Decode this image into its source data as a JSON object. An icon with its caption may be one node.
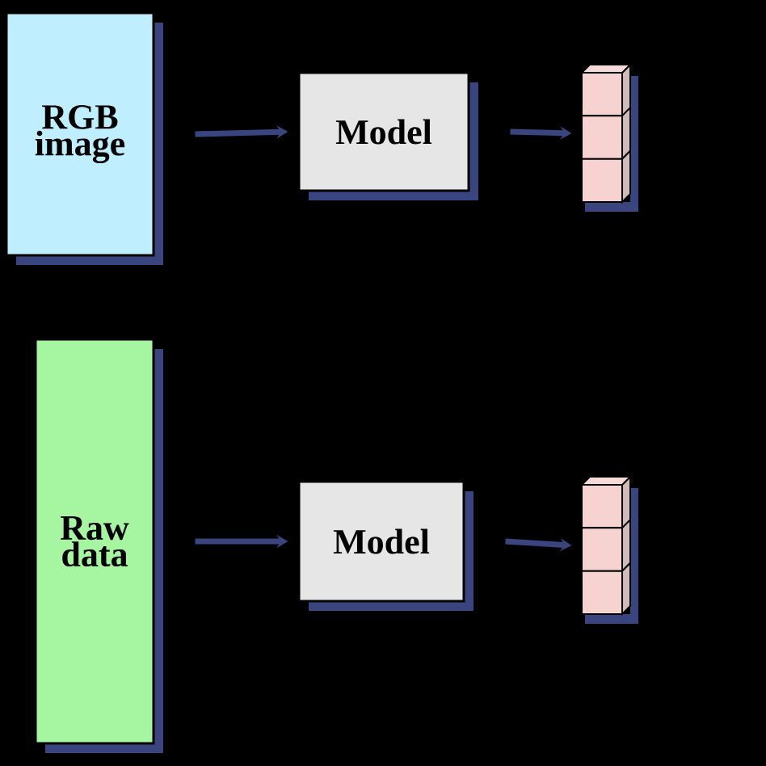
{
  "diagram": {
    "nodes": [
      {
        "text": [
          "RGB image"
        ]
      },
      {
        "text": [
          "Model"
        ]
      },
      {
        "text": [],
        "shape": "box"
      },
      {
        "text": [
          "Raw data"
        ]
      },
      {
        "text": [
          "Model"
        ]
      },
      {
        "text": [],
        "shape": "box"
      }
    ],
    "edges": [
      {
        "from": 0,
        "to": 1,
        "arrow": "to"
      },
      {
        "from": 1,
        "to": 2,
        "arrow": "to"
      },
      {
        "from": 3,
        "to": 4,
        "arrow": "to"
      },
      {
        "from": 4,
        "to": 5,
        "arrow": "to"
      }
    ]
  }
}
